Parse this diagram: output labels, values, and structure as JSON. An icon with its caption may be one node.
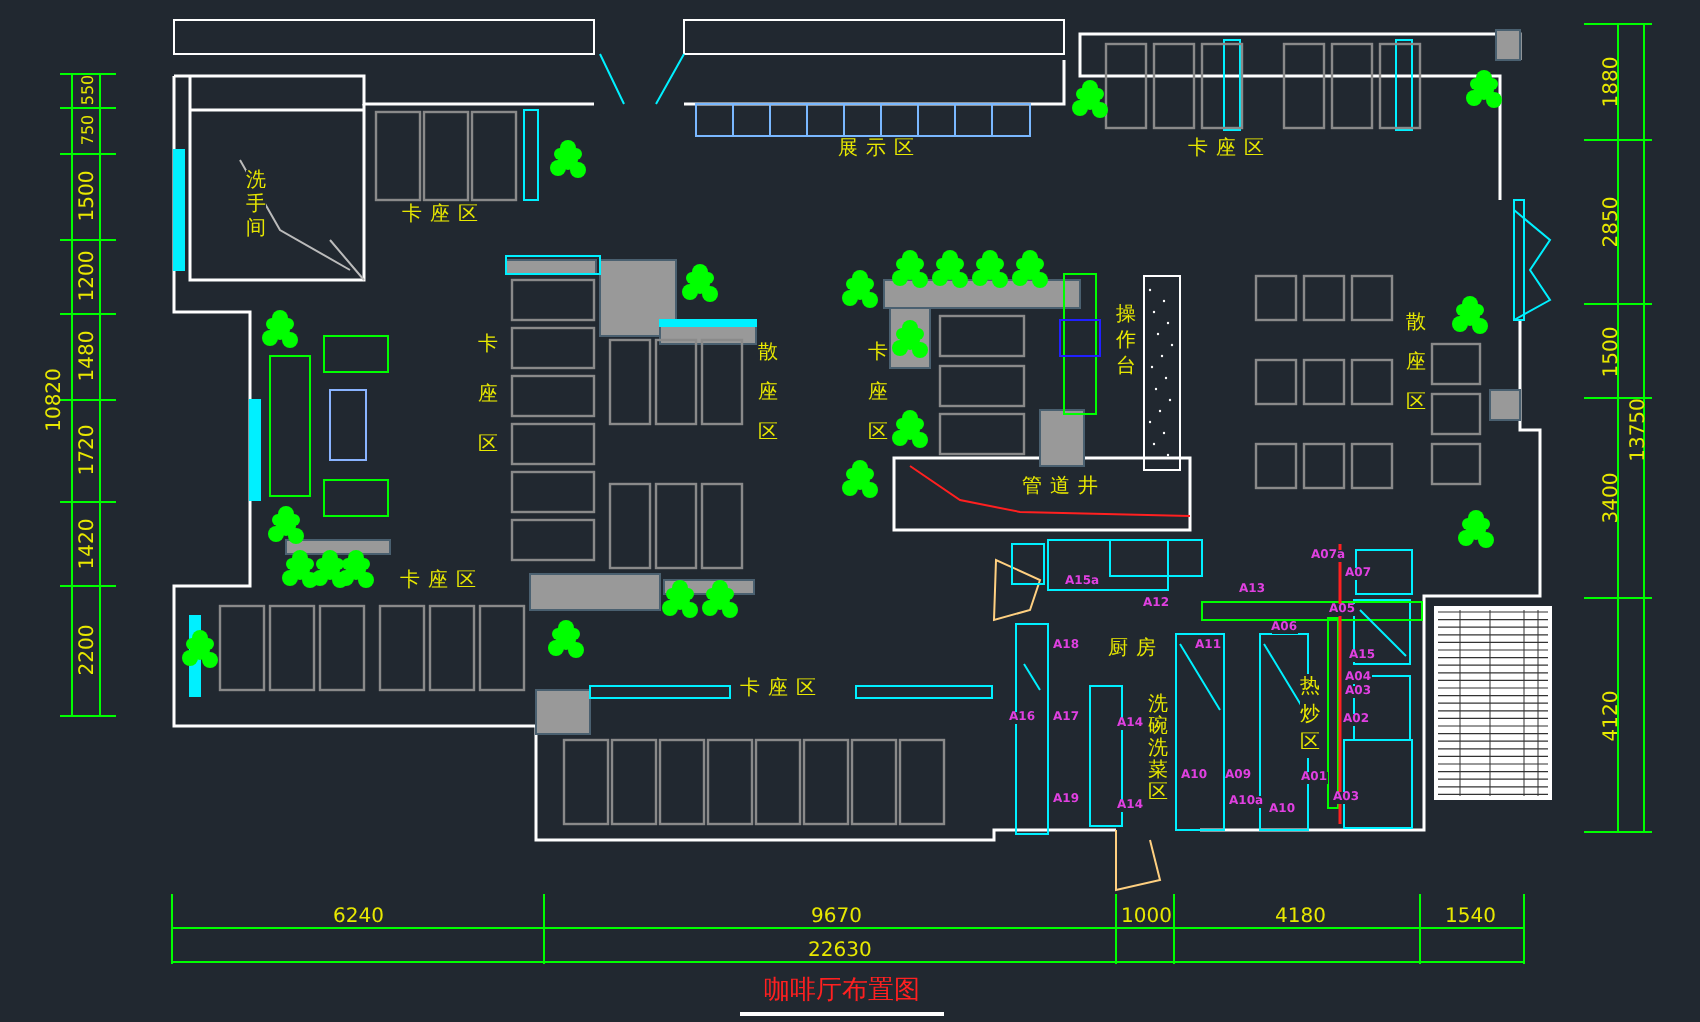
{
  "diagram": {
    "title": "咖啡厅布置图",
    "labels": [
      "550",
      "750",
      "1500",
      "1200",
      "1480",
      "1720",
      "1420",
      "2200",
      "10820",
      "1880",
      "2850",
      "1500",
      "3400",
      "4120",
      "13750",
      "6240",
      "9670",
      "1000",
      "4180",
      "1540",
      "22630",
      "洗手间",
      "卡座区",
      "展示区",
      "卡座区",
      "卡座区",
      "散座区",
      "卡座区",
      "操作台",
      "散座区",
      "管道井",
      "卡座区",
      "卡座区",
      "厨房",
      "洗碗洗菜区",
      "热炒区",
      "A15a",
      "A12",
      "A13",
      "A07a",
      "A07",
      "A05",
      "A06",
      "A18",
      "A11",
      "A15",
      "A04",
      "A03",
      "A16",
      "A17",
      "A14",
      "A02",
      "A10",
      "A09",
      "A01",
      "A19",
      "A14",
      "A10a",
      "A10",
      "A03"
    ]
  }
}
